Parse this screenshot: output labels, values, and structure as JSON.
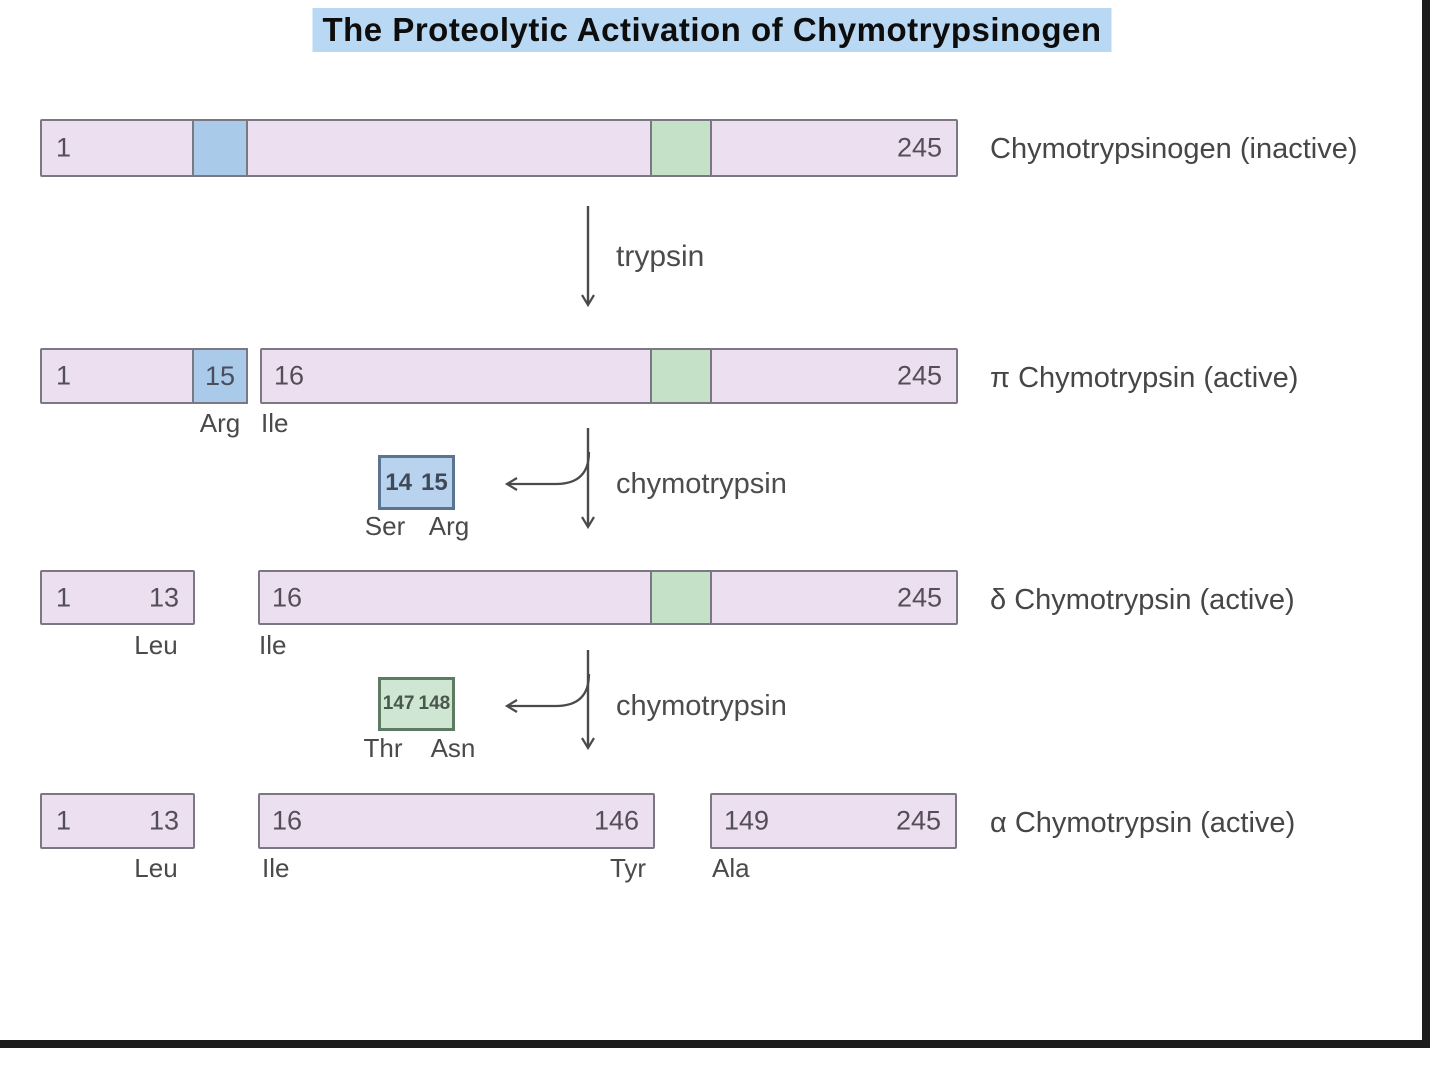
{
  "title": "The Proteolytic Activation of Chymotrypsinogen",
  "colors": {
    "chain_fill": "#ecdff0",
    "chain_border": "#7b7884",
    "blue_fill": "#a9cbe9",
    "green_fill": "#c5e2c9",
    "bluebox_fill": "#b9d3ef",
    "bluebox_border": "#5b7590",
    "greenbox_fill": "#cfe7d2",
    "greenbox_border": "#5d7a63",
    "title_highlight": "#b9d8f4",
    "arrow": "#4a4a4a",
    "text": "#4b4950"
  },
  "stage1": {
    "start": "1",
    "end": "245",
    "label": "Chymotrypsinogen (inactive)"
  },
  "step1": {
    "enzyme": "trypsin"
  },
  "stage2": {
    "seg1_start": "1",
    "seg1_end": "15",
    "seg1_res": "Arg",
    "seg2_start": "16",
    "seg2_end": "245",
    "seg2_res": "Ile",
    "label": "π Chymotrypsin (active)"
  },
  "step2": {
    "enzyme": "chymotrypsin",
    "cut1": "14",
    "cut2": "15",
    "res1": "Ser",
    "res2": "Arg"
  },
  "stage3": {
    "seg1_start": "1",
    "seg1_end": "13",
    "seg1_res": "Leu",
    "seg2_start": "16",
    "seg2_end": "245",
    "seg2_res": "Ile",
    "label": "δ Chymotrypsin (active)"
  },
  "step3": {
    "enzyme": "chymotrypsin",
    "cut1": "147",
    "cut2": "148",
    "res1": "Thr",
    "res2": "Asn"
  },
  "stage4": {
    "seg1_start": "1",
    "seg1_end": "13",
    "seg1_res": "Leu",
    "seg2_start": "16",
    "seg2_end": "146",
    "seg2_res_left": "Ile",
    "seg2_res_right": "Tyr",
    "seg3_start": "149",
    "seg3_end": "245",
    "seg3_res": "Ala",
    "label": "α Chymotrypsin (active)"
  }
}
